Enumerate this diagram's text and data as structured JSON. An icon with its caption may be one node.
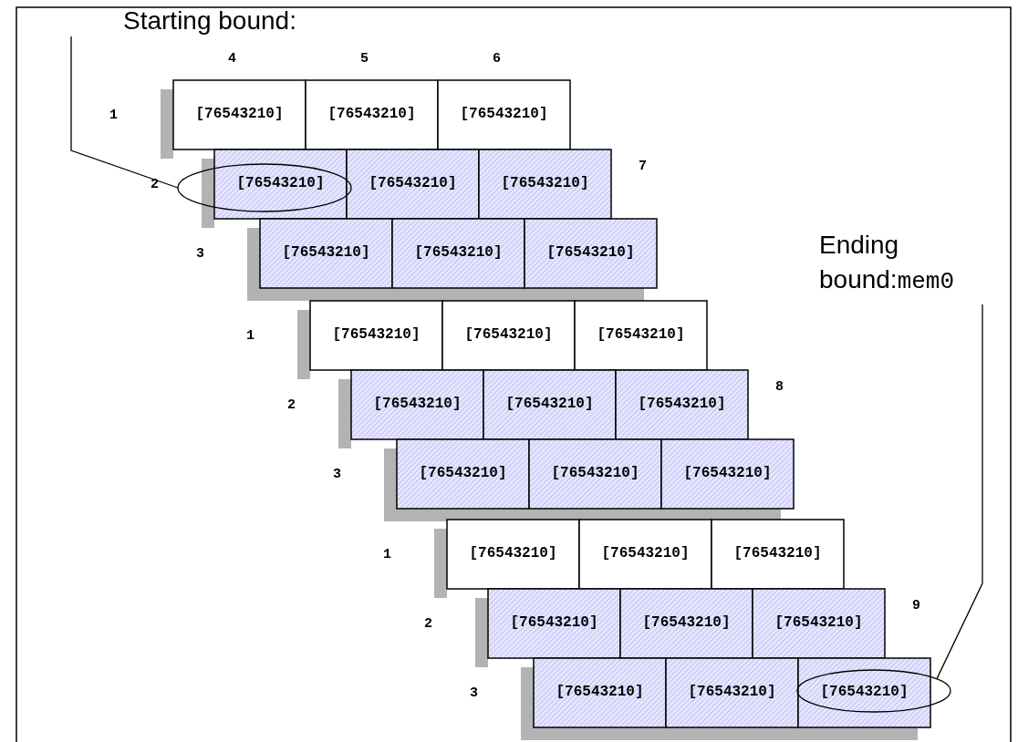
{
  "diagram": {
    "nodes": [
      {
        "text": [
          "Starting bound:"
        ]
      },
      {
        "text": [],
        "shape": "ellipse"
      },
      {
        "text": [
          "Ending bound:",
          "mem0"
        ]
      },
      {
        "text": [],
        "shape": "ellipse"
      }
    ],
    "edges": [
      {
        "from": 0,
        "to": 1,
        "arrow": "none"
      },
      {
        "from": 2,
        "to": 3,
        "arrow": "none"
      }
    ],
    "labels": [
      "4",
      "5",
      "6",
      "1",
      "[76543210]",
      "[76543210]",
      "[76543210]",
      "2",
      "[76543210]",
      "[76543210]",
      "[76543210]",
      "7",
      "3",
      "[76543210]",
      "[76543210]",
      "[76543210]",
      "1",
      "[76543210]",
      "[76543210]",
      "[76543210]",
      "2",
      "[76543210]",
      "[76543210]",
      "[76543210]",
      "8",
      "3",
      "[76543210]",
      "[76543210]",
      "[76543210]",
      "1",
      "[76543210]",
      "[76543210]",
      "[76543210]",
      "2",
      "[76543210]",
      "[76543210]",
      "[76543210]",
      "9",
      "3",
      "[76543210]",
      "[76543210]",
      "[76543210]"
    ]
  }
}
